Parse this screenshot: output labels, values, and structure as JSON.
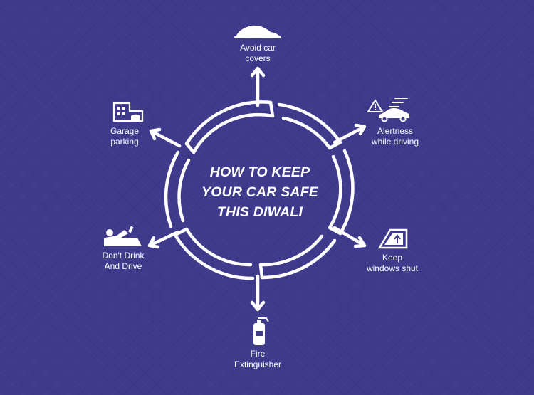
{
  "title": {
    "line1": "HOW TO KEEP",
    "line2": "YOUR CAR SAFE",
    "line3": "THIS DIWALI"
  },
  "tips": [
    {
      "id": "avoid-car-covers",
      "line1": "Avoid car",
      "line2": "covers",
      "icon": "car-cover-icon"
    },
    {
      "id": "alertness",
      "line1": "Alertness",
      "line2": "while driving",
      "icon": "warning-car-icon"
    },
    {
      "id": "windows",
      "line1": "Keep",
      "line2": "windows shut",
      "icon": "car-window-icon"
    },
    {
      "id": "fire",
      "line1": "Fire",
      "line2": "Extinguisher",
      "icon": "fire-extinguisher-icon"
    },
    {
      "id": "dont-drink",
      "line1": "Don't Drink",
      "line2": "And Drive",
      "icon": "drunk-person-icon"
    },
    {
      "id": "garage",
      "line1": "Garage",
      "line2": "parking",
      "icon": "garage-icon"
    }
  ],
  "colors": {
    "background": "#3f3a8c",
    "foreground": "#ffffff"
  }
}
